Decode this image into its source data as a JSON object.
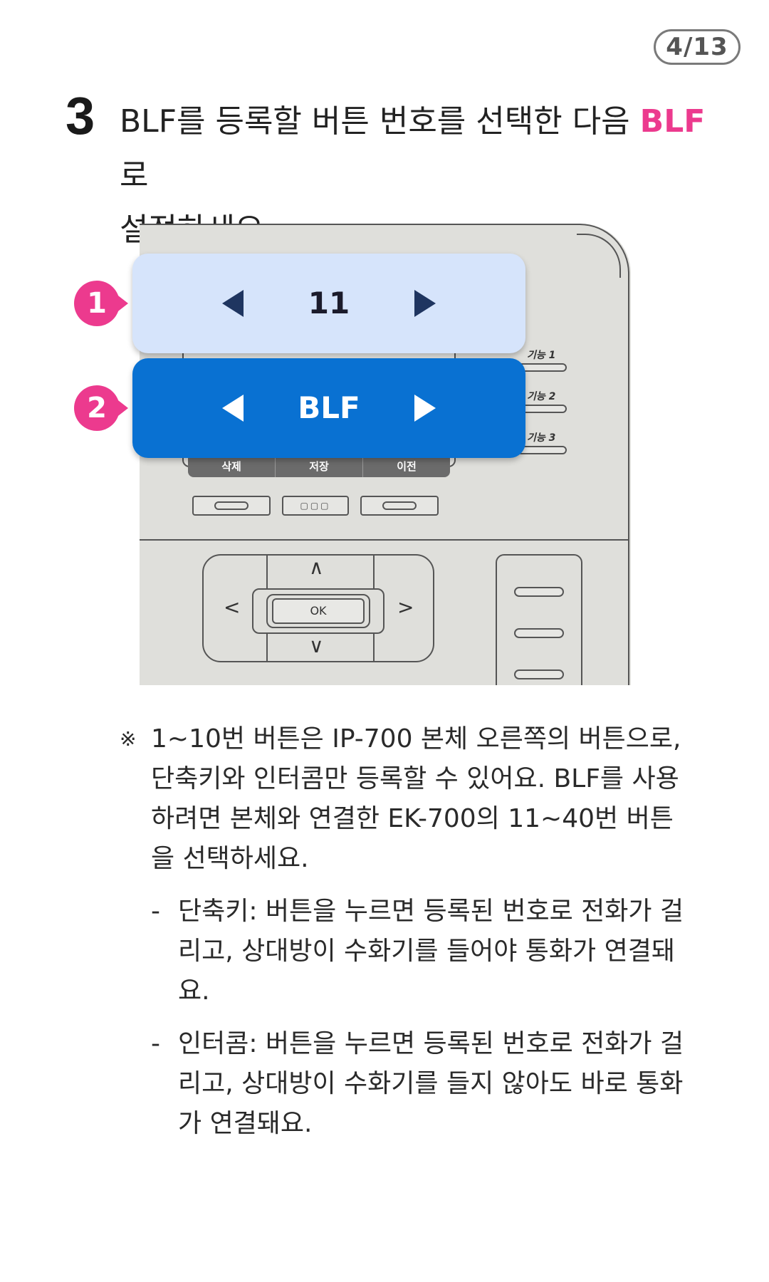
{
  "page_indicator": "4/13",
  "step": {
    "number": "3",
    "title_part1": "BLF를 등록할 버튼 번호를 선택한 다음 ",
    "title_highlight": "BLF",
    "title_part2": "로",
    "title_line2": "설정하세요."
  },
  "illustration": {
    "callouts": [
      {
        "marker": "1",
        "value": "11"
      },
      {
        "marker": "2",
        "value": "BLF"
      }
    ],
    "softkeys": [
      "삭제",
      "저장",
      "이전"
    ],
    "function_labels": [
      "기능 1",
      "기능 2",
      "기능 3"
    ],
    "ok_label": "OK",
    "dpad": {
      "up": "∧",
      "down": "∨",
      "left": "<",
      "right": ">"
    }
  },
  "note": {
    "symbol": "※",
    "text": "1~10번 버튼은 IP-700 본체 오른쪽의 버튼으로, 단축키와 인터콤만 등록할 수 있어요. BLF를 사용하려면 본체와 연결한 EK-700의 11~40번 버튼을 선택하세요.",
    "bullets": [
      {
        "dash": "-",
        "text": "단축키: 버튼을 누르면 등록된 번호로 전화가 걸리고, 상대방이 수화기를 들어야 통화가 연결돼요."
      },
      {
        "dash": "-",
        "text": "인터콤: 버튼을 누르면 등록된 번호로 전화가 걸리고, 상대방이 수화기를 들지 않아도 바로 통화가 연결돼요."
      }
    ]
  },
  "colors": {
    "accent_pink": "#ec3a8e",
    "callout_light": "#d6e4fb",
    "callout_blue": "#0971d2"
  }
}
